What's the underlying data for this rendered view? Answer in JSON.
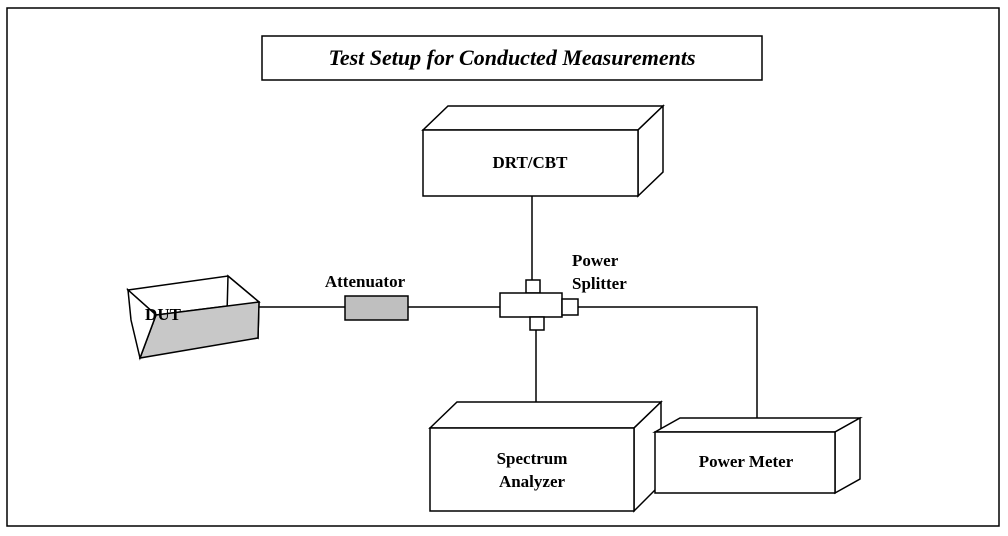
{
  "title": "Test Setup for Conducted Measurements",
  "components": {
    "drt_cbt": "DRT/CBT",
    "dut": "DUT",
    "attenuator": "Attenuator",
    "power_splitter": [
      "Power",
      "Splitter"
    ],
    "spectrum_analyzer": [
      "Spectrum",
      "Analyzer"
    ],
    "power_meter": "Power Meter"
  },
  "colors": {
    "line": "#000000",
    "attenuator_fill": "#bfbfbf",
    "dut_bottom_fill": "#c8c8c8",
    "background": "#ffffff"
  }
}
